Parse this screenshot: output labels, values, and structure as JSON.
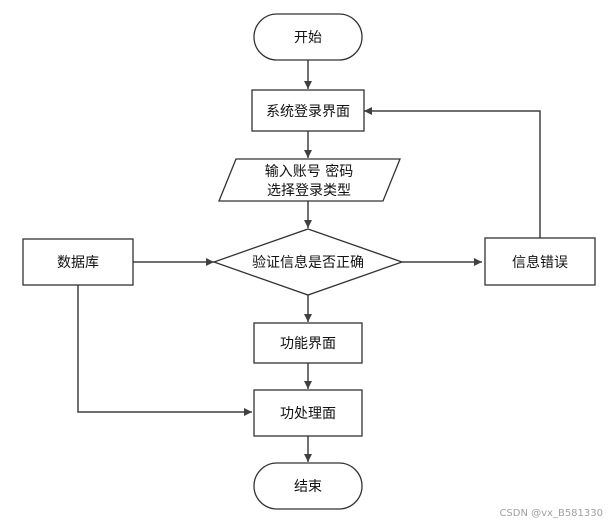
{
  "nodes": {
    "start": "开始",
    "login": "系统登录界面",
    "input_line1": "输入账号 密码",
    "input_line2": "选择登录类型",
    "database": "数据库",
    "verify": "验证信息是否正确",
    "error": "信息错误",
    "function": "功能界面",
    "process": "功处理面",
    "end": "结束"
  },
  "watermark": "CSDN @vx_B581330"
}
